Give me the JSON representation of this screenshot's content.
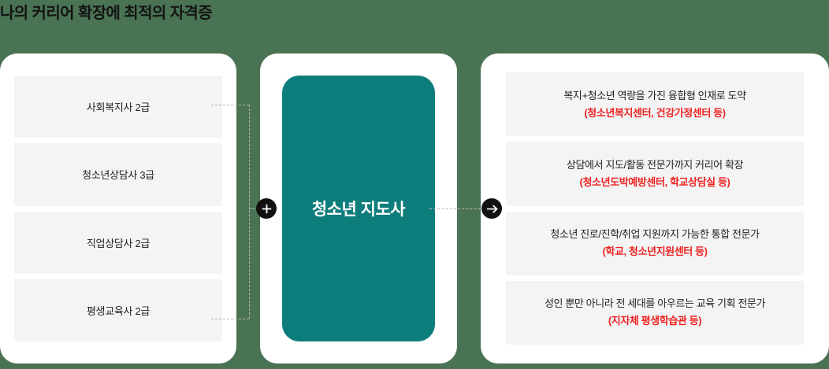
{
  "page": {
    "title": "나의 커리어 확장에 최적의 자격증",
    "background_color": "#4a7353"
  },
  "colors": {
    "page_background": "#4a7353",
    "panel_background": "#ffffff",
    "card_background": "#f4f4f4",
    "accent_teal": "#0d7d7c",
    "accent_red": "#ee2222",
    "badge_background": "#111111",
    "text_primary": "#1f1f1f",
    "connector_line": "#b9b9b9"
  },
  "prerequisites": {
    "items": [
      {
        "label": "사회복지사 2급"
      },
      {
        "label": "청소년상담사 3급"
      },
      {
        "label": "직업상담사 2급"
      },
      {
        "label": "평생교육사 2급"
      }
    ]
  },
  "target": {
    "label": "청소년 지도사"
  },
  "connectors": {
    "plus_badge": {
      "icon": "plus-icon",
      "symbol": "+"
    },
    "arrow_badge": {
      "icon": "arrow-right-icon",
      "symbol": "→"
    }
  },
  "outcomes": {
    "items": [
      {
        "main": "복지+청소년 역량을 가진 융합형 인재로 도약",
        "sub": "(청소년복지센터, 건강가정센터 등)"
      },
      {
        "main": "상담에서 지도/활동 전문가까지 커리어 확장",
        "sub": "(청소년도박예방센터, 학교상담실 등)"
      },
      {
        "main": "청소년 진로/진학/취업 지원까지 가능한 통합 전문가",
        "sub": "(학교, 청소년지원센터 등)"
      },
      {
        "main": "성인 뿐만 아니라 전 세대를 아우르는 교육 기획 전문가",
        "sub": "(지자체 평생학습관 등)"
      }
    ]
  }
}
